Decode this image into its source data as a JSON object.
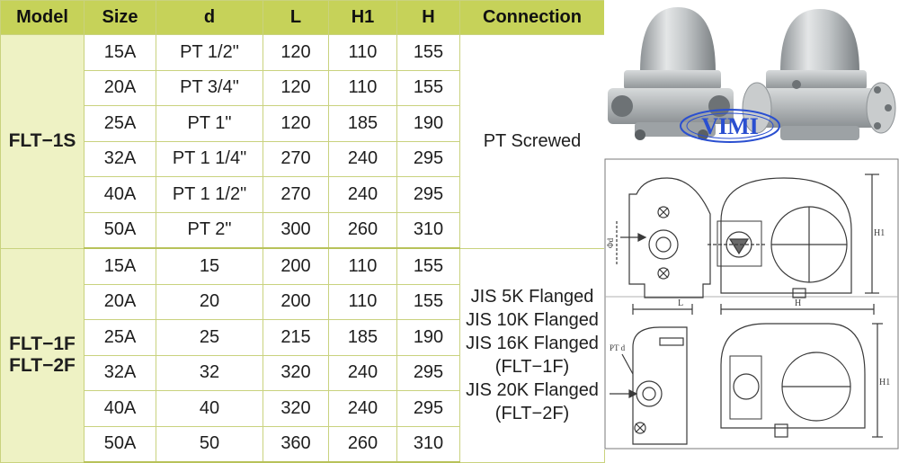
{
  "table": {
    "headers": [
      "Model",
      "Size",
      "d",
      "L",
      "H1",
      "H",
      "Connection"
    ],
    "groups": [
      {
        "model_lines": [
          "FLT−1S"
        ],
        "connection_lines": [
          "PT Screwed"
        ],
        "rows": [
          {
            "size": "15A",
            "d": "PT 1/2\"",
            "L": "120",
            "H1": "110",
            "H": "155"
          },
          {
            "size": "20A",
            "d": "PT 3/4\"",
            "L": "120",
            "H1": "110",
            "H": "155"
          },
          {
            "size": "25A",
            "d": "PT 1\"",
            "L": "120",
            "H1": "185",
            "H": "190"
          },
          {
            "size": "32A",
            "d": "PT 1 1/4\"",
            "L": "270",
            "H1": "240",
            "H": "295"
          },
          {
            "size": "40A",
            "d": "PT 1 1/2\"",
            "L": "270",
            "H1": "240",
            "H": "295"
          },
          {
            "size": "50A",
            "d": "PT 2\"",
            "L": "300",
            "H1": "260",
            "H": "310"
          }
        ]
      },
      {
        "model_lines": [
          "FLT−1F",
          "FLT−2F"
        ],
        "connection_lines": [
          "JIS 5K Flanged",
          "JIS 10K Flanged",
          "JIS 16K Flanged",
          "(FLT−1F)",
          "JIS 20K Flanged",
          "(FLT−2F)"
        ],
        "rows": [
          {
            "size": "15A",
            "d": "15",
            "L": "200",
            "H1": "110",
            "H": "155"
          },
          {
            "size": "20A",
            "d": "20",
            "L": "200",
            "H1": "110",
            "H": "155"
          },
          {
            "size": "25A",
            "d": "25",
            "L": "215",
            "H1": "185",
            "H": "190"
          },
          {
            "size": "32A",
            "d": "32",
            "L": "320",
            "H1": "240",
            "H": "295"
          },
          {
            "size": "40A",
            "d": "40",
            "L": "320",
            "H1": "240",
            "H": "295"
          },
          {
            "size": "50A",
            "d": "50",
            "L": "360",
            "H1": "260",
            "H": "310"
          }
        ]
      }
    ]
  },
  "photo": {
    "logo_text": "VIMI"
  },
  "drawings": {
    "top": {
      "label_d": "Φd",
      "label_h": "H",
      "label_h1": "H1"
    },
    "bottom": {
      "label_l": "L",
      "label_h": "H",
      "label_pt": "PT d",
      "label_h1": "H1"
    }
  },
  "colors": {
    "header_bg": "#c6d259",
    "model_bg": "#eef2c4",
    "border": "#c9d27e",
    "logo_blue": "#2a4fd0"
  }
}
